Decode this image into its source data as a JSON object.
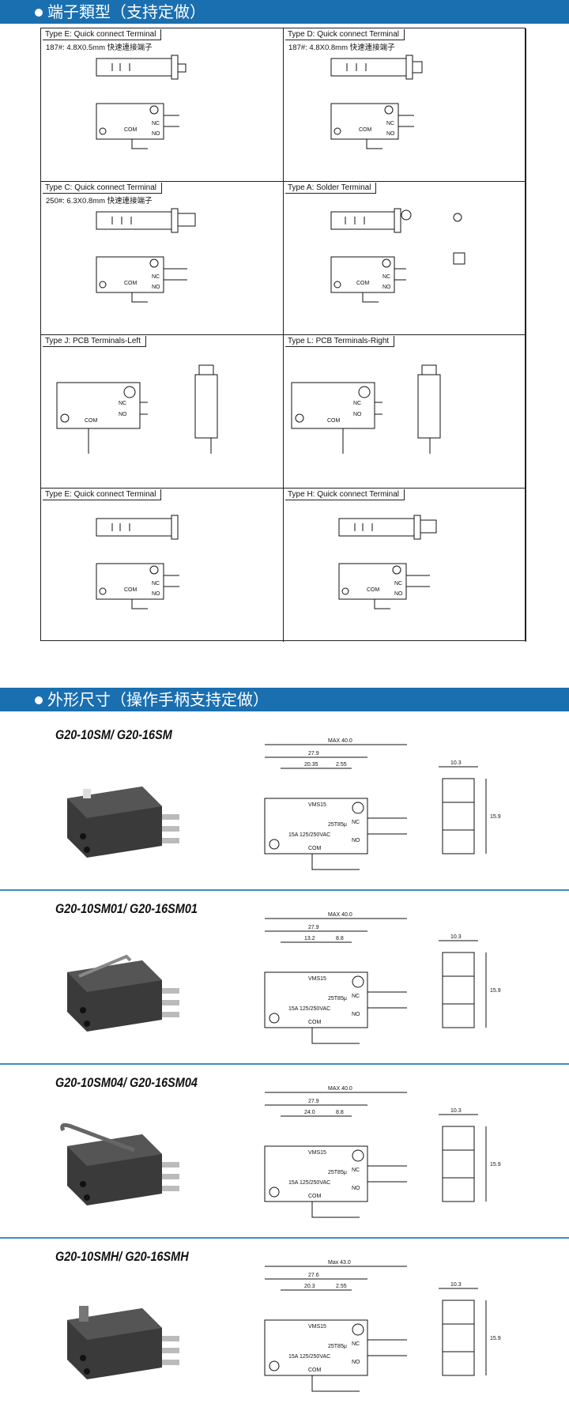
{
  "sections": {
    "terminals_title": "端子類型（支持定做）",
    "dimensions_title": "外形尺寸（操作手柄支持定做）"
  },
  "terminal_cells": [
    {
      "type": "Type E:  Quick connect Terminal",
      "spec": "187#:  4.8X0.5mm 快速連接端子"
    },
    {
      "type": "Type D:  Quick connect Terminal",
      "spec": "187#:  4.8X0.8mm 快速連接端子"
    },
    {
      "type": "Type C:  Quick connect Terminal",
      "spec": "250#:  6.3X0.8mm 快速連接端子"
    },
    {
      "type": "Type A:  Solder Terminal",
      "spec": ""
    },
    {
      "type": "Type J:  PCB Terminals-Left",
      "spec": ""
    },
    {
      "type": "Type L:  PCB Terminals-Right",
      "spec": ""
    },
    {
      "type": "Type E:  Quick connect Terminal",
      "spec": ""
    },
    {
      "type": "Type H:  Quick connect Terminal",
      "spec": ""
    }
  ],
  "labels": {
    "nc": "NC",
    "no": "NO",
    "com": "COM",
    "vms": "VMS15",
    "rating": "15A 125/250VAC",
    "temp": "25T85μ"
  },
  "models": [
    {
      "title": "G20-10SM/ G20-16SM",
      "max": "MAX 40.0",
      "d1": "27.9",
      "d2": "20.35",
      "d3": "2.55",
      "w": "10.3",
      "h": "15.9"
    },
    {
      "title": "G20-10SM01/ G20-16SM01",
      "max": "MAX 40.0",
      "d1": "27.9",
      "d2": "13.2",
      "d3": "8.8",
      "w": "10.3",
      "h": "15.9"
    },
    {
      "title": "G20-10SM04/ G20-16SM04",
      "max": "MAX 40.0",
      "d1": "27.9",
      "d2": "24.0",
      "d3": "8.8",
      "w": "10.3",
      "h": "15.9"
    },
    {
      "title": "G20-10SMH/ G20-16SMH",
      "max": "Max 43.0",
      "d1": "27.6",
      "d2": "20.3",
      "d3": "2.55",
      "w": "10.3",
      "h": "15.9"
    }
  ],
  "colors": {
    "banner": "#1a6fb0",
    "separator": "#3b8dc4"
  }
}
